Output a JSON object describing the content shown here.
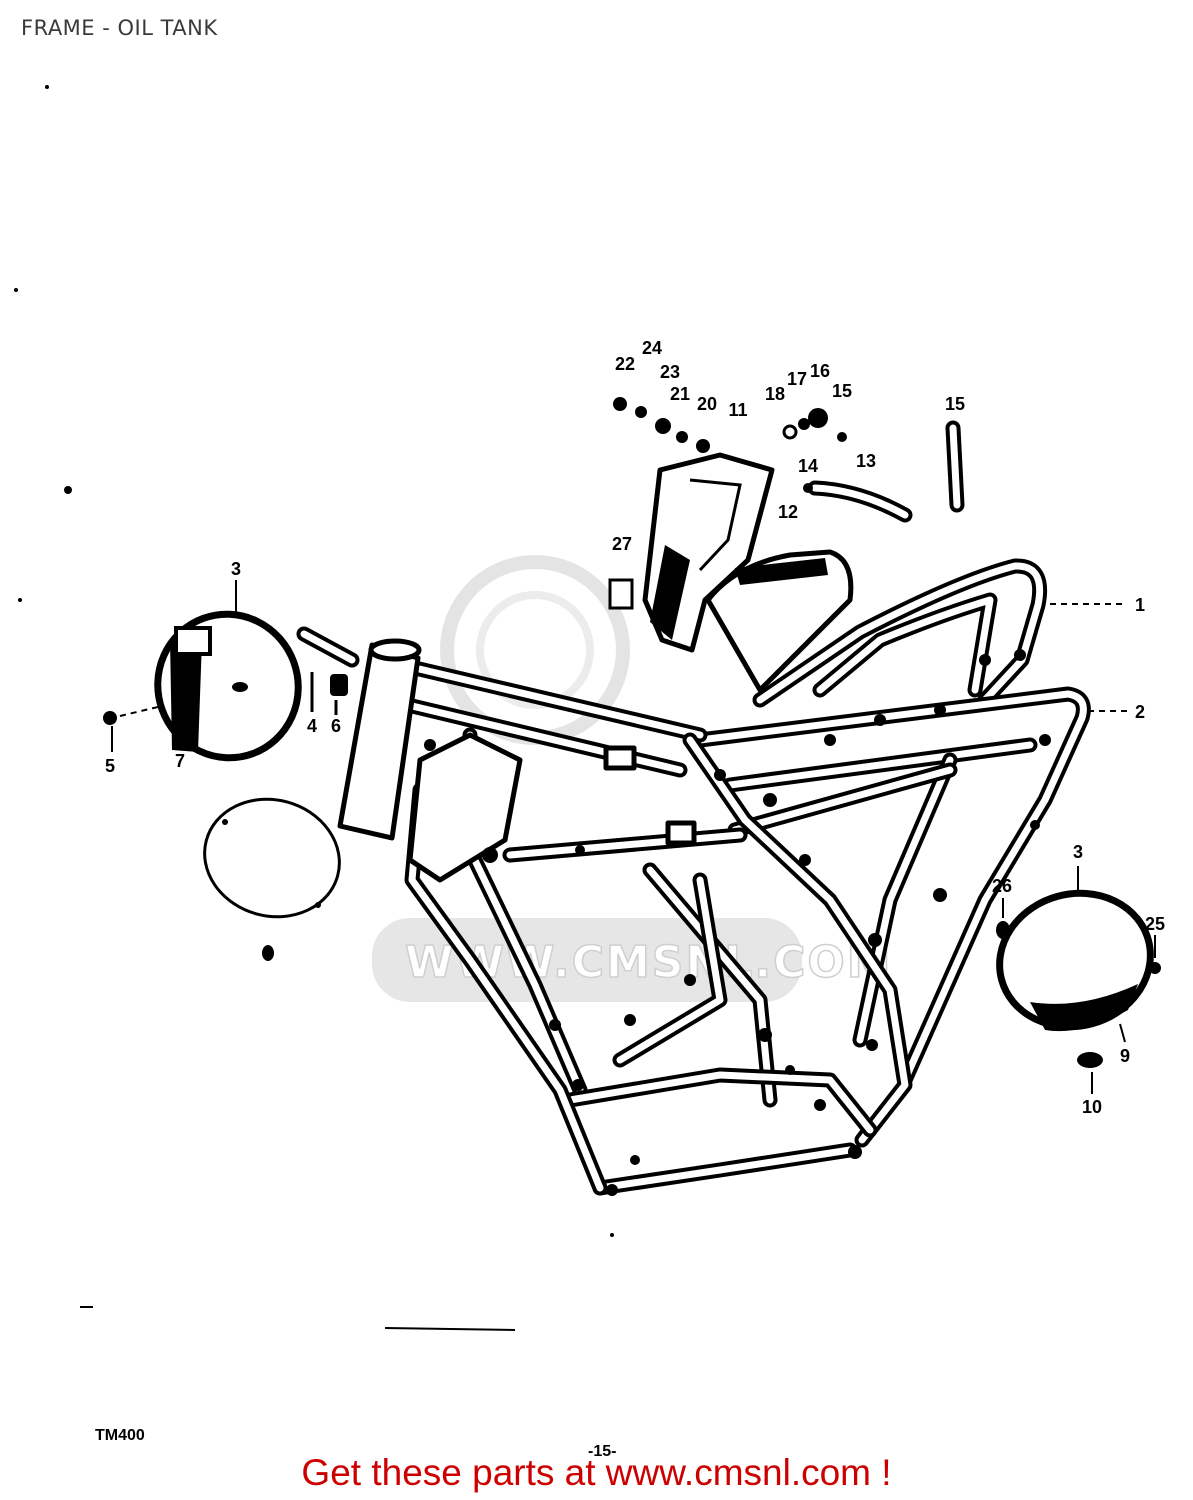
{
  "title": "FRAME - OIL TANK",
  "diagram": {
    "labels": [
      "22",
      "24",
      "23",
      "21",
      "20",
      "11",
      "18",
      "17",
      "16",
      "15",
      "15",
      "14",
      "13",
      "12",
      "27",
      "1",
      "2",
      "3",
      "5",
      "7",
      "4",
      "6",
      "3",
      "26",
      "25",
      "9",
      "10"
    ],
    "model_code": "TM400",
    "page_number": "-15-",
    "watermark": "WWW.CMSNL.COM"
  },
  "footer": {
    "link_text": "Get these parts at www.cmsnl.com !"
  },
  "colors": {
    "footer_link": "#cc0000",
    "ink": "#000000",
    "watermark": "#e6e6e6"
  }
}
